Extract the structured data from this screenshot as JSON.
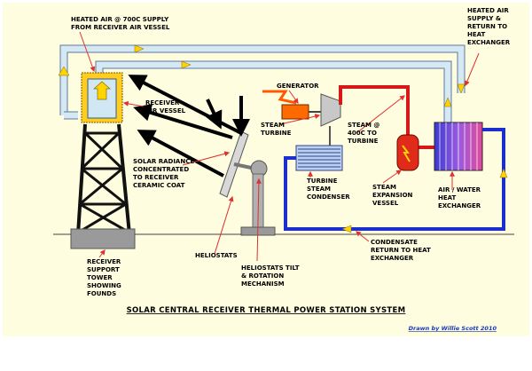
{
  "diagram": {
    "title": "SOLAR CENTRAL RECEIVER THERMAL POWER STATION SYSTEM",
    "credit": "Drawn by Willie Scott 2010",
    "colors": {
      "background": "#fffde0",
      "air_pipe": "#cfe3f0",
      "steam_pipe": "#e02020",
      "water_pipe": "#1a2fcc",
      "generator": "#ff6a00",
      "label_line": "#e03030"
    },
    "labels": {
      "heated_air_supply": [
        "HEATED AIR @ 700C SUPPLY",
        "FROM RECEIVER AIR VESSEL"
      ],
      "heated_air_return": [
        "HEATED AIR",
        "SUPPLY &",
        "RETURN TO",
        "HEAT",
        "EXCHANGER"
      ],
      "receiver_air_vessel": [
        "RECEIVER",
        "AIR VESSEL"
      ],
      "generator": [
        "GENERATOR"
      ],
      "steam_turbine": [
        "STEAM",
        "TURBINE"
      ],
      "steam_400c": [
        "STEAM @",
        "400C TO",
        "TURBINE"
      ],
      "solar_radiance": [
        "SOLAR RADIANCE",
        "CONCENTRATED",
        "TO RECEIVER",
        "CERAMIC COAT"
      ],
      "turbine_condenser": [
        "TURBINE",
        "STEAM",
        "CONDENSER"
      ],
      "steam_expansion": [
        "STEAM",
        "EXPANSION",
        "VESSEL"
      ],
      "air_water_exchanger": [
        "AIR / WATER",
        "HEAT",
        "EXCHANGER"
      ],
      "heliostats": [
        "HELIOSTATS"
      ],
      "condensate_return": [
        "CONDENSATE",
        "RETURN TO HEAT",
        "EXCHANGER"
      ],
      "receiver_tower": [
        "RECEIVER",
        "SUPPORT",
        "TOWER",
        "SHOWING",
        "FOUNDS"
      ],
      "heliostat_mechanism": [
        "HELIOSTATS TILT",
        "& ROTATION",
        "MECHANISM"
      ]
    }
  }
}
